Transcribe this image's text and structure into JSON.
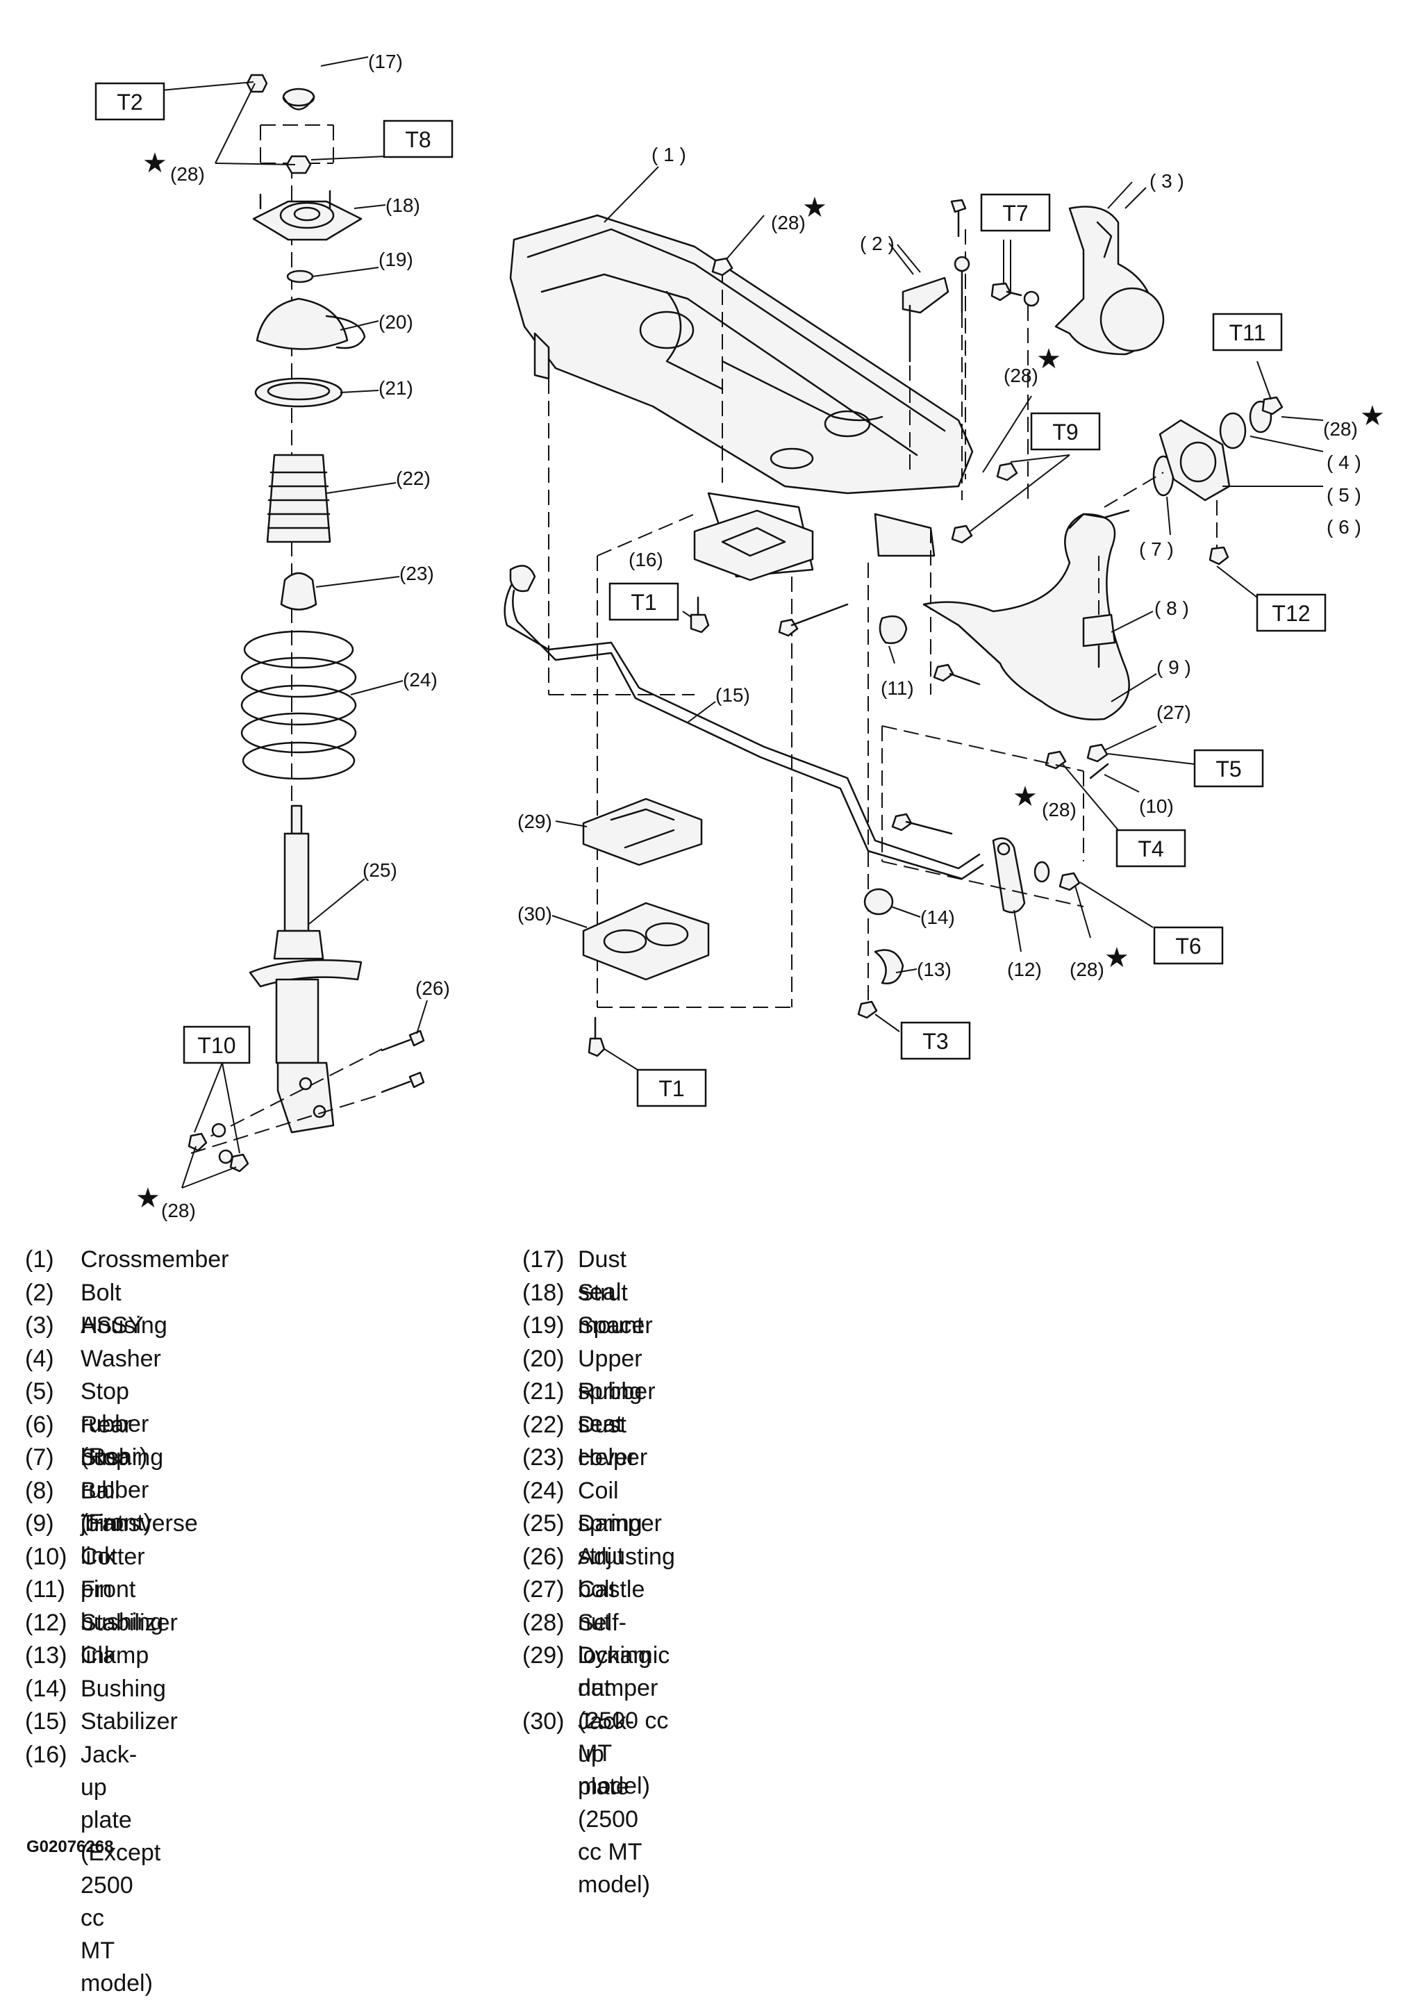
{
  "star_glyph": "★",
  "callouts": {
    "c1": "( 1 )",
    "c2": "( 2 )",
    "c3": "( 3 )",
    "c4": "( 4 )",
    "c5": "( 5 )",
    "c6": "( 6 )",
    "c7": "( 7 )",
    "c8": "( 8 )",
    "c9": "( 9 )",
    "c10": "(10)",
    "c11": "(11)",
    "c12": "(12)",
    "c13": "(13)",
    "c14": "(14)",
    "c15": "(15)",
    "c16": "(16)",
    "c17": "(17)",
    "c18": "(18)",
    "c19": "(19)",
    "c20": "(20)",
    "c21": "(21)",
    "c22": "(22)",
    "c23": "(23)",
    "c24": "(24)",
    "c25": "(25)",
    "c26": "(26)",
    "c27": "(27)",
    "c28": "(28)",
    "c29": "(29)",
    "c30": "(30)"
  },
  "torque_labels": {
    "t1": "T1",
    "t2": "T2",
    "t3": "T3",
    "t4": "T4",
    "t5": "T5",
    "t6": "T6",
    "t7": "T7",
    "t8": "T8",
    "t9": "T9",
    "t10": "T10",
    "t11": "T11",
    "t12": "T12"
  },
  "legend_left": [
    {
      "num": "(1)",
      "text": "Crossmember"
    },
    {
      "num": "(2)",
      "text": "Bolt ASSY"
    },
    {
      "num": "(3)",
      "text": "Housing"
    },
    {
      "num": "(4)",
      "text": "Washer"
    },
    {
      "num": "(5)",
      "text": "Stop rubber (Rear)"
    },
    {
      "num": "(6)",
      "text": "Rear bushing"
    },
    {
      "num": "(7)",
      "text": "Stop rubber (Front)"
    },
    {
      "num": "(8)",
      "text": "Ball joint"
    },
    {
      "num": "(9)",
      "text": "Transverse link"
    },
    {
      "num": "(10)",
      "text": "Cotter pin"
    },
    {
      "num": "(11)",
      "text": "Front bushing"
    },
    {
      "num": "(12)",
      "text": "Stabilizer link"
    },
    {
      "num": "(13)",
      "text": "Clamp"
    },
    {
      "num": "(14)",
      "text": "Bushing"
    },
    {
      "num": "(15)",
      "text": "Stabilizer"
    },
    {
      "num": "(16)",
      "text": "Jack-up plate (Except 2500 cc\nMT model)"
    }
  ],
  "legend_right": [
    {
      "num": "(17)",
      "text": "Dust seal"
    },
    {
      "num": "(18)",
      "text": "Strut mount"
    },
    {
      "num": "(19)",
      "text": "Spacer"
    },
    {
      "num": "(20)",
      "text": "Upper spring seat"
    },
    {
      "num": "(21)",
      "text": "Rubber seat"
    },
    {
      "num": "(22)",
      "text": "Dust cover"
    },
    {
      "num": "(23)",
      "text": "Helper"
    },
    {
      "num": "(24)",
      "text": "Coil spring"
    },
    {
      "num": "(25)",
      "text": "Damper strut"
    },
    {
      "num": "(26)",
      "text": "Adjusting bolt"
    },
    {
      "num": "(27)",
      "text": "Castle nut"
    },
    {
      "num": "(28)",
      "text": "Self-locking nut"
    },
    {
      "num": "(29)",
      "text": "Dynamic damper (2500 cc MT\nmodel)"
    },
    {
      "num": "(30)",
      "text": "Jack-up plate (2500 cc MT\nmodel)"
    }
  ],
  "figure_code": "G02076268"
}
